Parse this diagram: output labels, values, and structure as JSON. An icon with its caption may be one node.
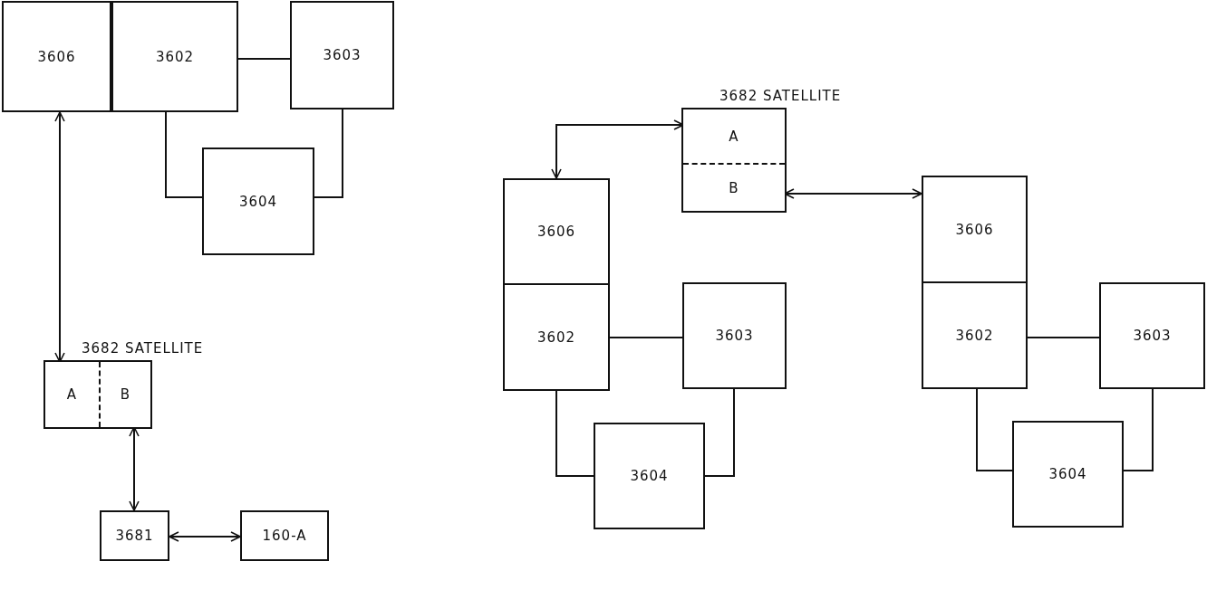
{
  "diagram": {
    "nodes": [
      {
        "text": [
          "3606"
        ]
      },
      {
        "text": [
          "3602"
        ]
      },
      {
        "text": [
          "3603"
        ]
      },
      {
        "text": [
          "3604"
        ]
      },
      {
        "text": [
          "3682 SATELLITE"
        ]
      },
      {
        "text": [
          "A"
        ],
        "in": 4
      },
      {
        "text": [
          "B"
        ],
        "in": 4
      },
      {
        "text": [
          "3681"
        ]
      },
      {
        "text": [
          "160-A"
        ]
      },
      {
        "text": [
          "3682 SATELLITE"
        ]
      },
      {
        "text": [
          "A"
        ],
        "in": 9
      },
      {
        "text": [
          "B"
        ],
        "in": 9
      },
      {
        "text": [
          "3606"
        ]
      },
      {
        "text": [
          "3602"
        ]
      },
      {
        "text": [
          "3603"
        ]
      },
      {
        "text": [
          "3604"
        ]
      },
      {
        "text": [
          "3606"
        ]
      },
      {
        "text": [
          "3602"
        ]
      },
      {
        "text": [
          "3603"
        ]
      },
      {
        "text": [
          "3604"
        ]
      }
    ],
    "edges": [
      {
        "from": 1,
        "to": 2,
        "arrow": "none"
      },
      {
        "from": 1,
        "to": 3,
        "arrow": "none"
      },
      {
        "from": 2,
        "to": 3,
        "arrow": "none"
      },
      {
        "from": 0,
        "to": 5,
        "arrow": "both"
      },
      {
        "from": 6,
        "to": 7,
        "arrow": "both"
      },
      {
        "from": 7,
        "to": 8,
        "arrow": "both"
      },
      {
        "from": 10,
        "to": 12,
        "arrow": "both"
      },
      {
        "from": 11,
        "to": 16,
        "arrow": "both"
      },
      {
        "from": 13,
        "to": 14,
        "arrow": "none"
      },
      {
        "from": 13,
        "to": 15,
        "arrow": "none"
      },
      {
        "from": 14,
        "to": 15,
        "arrow": "none"
      },
      {
        "from": 17,
        "to": 18,
        "arrow": "none"
      },
      {
        "from": 17,
        "to": 19,
        "arrow": "none"
      },
      {
        "from": 18,
        "to": 19,
        "arrow": "none"
      }
    ]
  }
}
